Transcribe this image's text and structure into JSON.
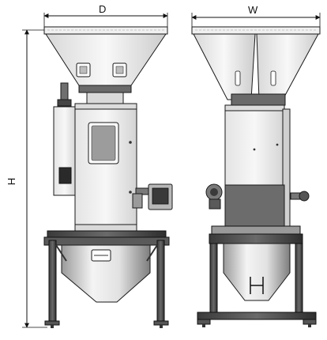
{
  "dimensions": {
    "depth_label": "D",
    "width_label": "W",
    "height_label": "H"
  },
  "colors": {
    "outline": "#1a1a1a",
    "body_light": "#f1f1f1",
    "body_mid": "#cfcfcf",
    "frame_dark": "#4a4a4a",
    "frame_darker": "#2f2f2f",
    "steel_light": "#e9e9e9",
    "steel_dark": "#8a8a8a",
    "window": "#9a9a9a"
  },
  "icons": [
    "depth-dimension-icon",
    "width-dimension-icon",
    "height-dimension-icon"
  ]
}
